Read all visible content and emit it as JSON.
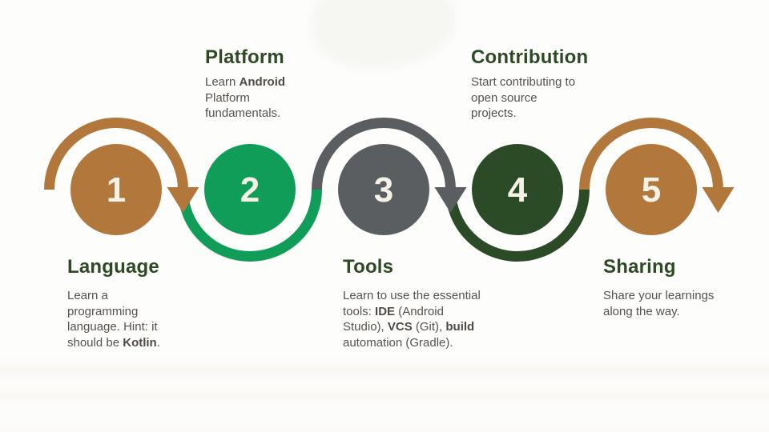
{
  "title": "Android learning roadmap process diagram",
  "colors": {
    "background": "#fdfdfc",
    "blob": "#f6f6f3",
    "brown": "#b1773b",
    "green": "#0f9d58",
    "gray": "#5a5e60",
    "dark_green": "#2b4a26",
    "heading_green": "#2d4a25",
    "body_text": "#57524b",
    "number_text": "#f5f1e6"
  },
  "flow": {
    "shape": "serpentine-arcs",
    "arrowheads_after_steps": [
      1,
      3,
      5
    ],
    "arc_sequence": [
      "brown over step 1",
      "green under step 2",
      "gray over step 3",
      "dark_green under step 4",
      "brown over step 5"
    ]
  },
  "steps": [
    {
      "number": "1",
      "title": "Language",
      "circle_color_name": "brown",
      "desc_lines": [
        [
          {
            "t": "Learn a"
          }
        ],
        [
          {
            "t": "programming"
          }
        ],
        [
          {
            "t": "language. Hint: it"
          }
        ],
        [
          {
            "t": "should be "
          },
          {
            "t": "Kotlin",
            "b": true
          },
          {
            "t": "."
          }
        ]
      ]
    },
    {
      "number": "2",
      "title": "Platform",
      "circle_color_name": "green",
      "desc_lines": [
        [
          {
            "t": "Learn "
          },
          {
            "t": "Android",
            "b": true
          }
        ],
        [
          {
            "t": "Platform"
          }
        ],
        [
          {
            "t": "fundamentals."
          }
        ]
      ]
    },
    {
      "number": "3",
      "title": "Tools",
      "circle_color_name": "gray",
      "desc_lines": [
        [
          {
            "t": "Learn to use the essential"
          }
        ],
        [
          {
            "t": "tools: "
          },
          {
            "t": "IDE",
            "b": true
          },
          {
            "t": " (Android"
          }
        ],
        [
          {
            "t": "Studio), "
          },
          {
            "t": "VCS",
            "b": true
          },
          {
            "t": " (Git), "
          },
          {
            "t": "build",
            "b": true
          }
        ],
        [
          {
            "t": "automation (Gradle)."
          }
        ]
      ]
    },
    {
      "number": "4",
      "title": "Contribution",
      "circle_color_name": "dark_green",
      "desc_lines": [
        [
          {
            "t": "Start contributing to"
          }
        ],
        [
          {
            "t": "open source"
          }
        ],
        [
          {
            "t": "projects."
          }
        ]
      ]
    },
    {
      "number": "5",
      "title": "Sharing",
      "circle_color_name": "brown",
      "desc_lines": [
        [
          {
            "t": "Share your learnings"
          }
        ],
        [
          {
            "t": "along the way."
          }
        ]
      ]
    }
  ]
}
